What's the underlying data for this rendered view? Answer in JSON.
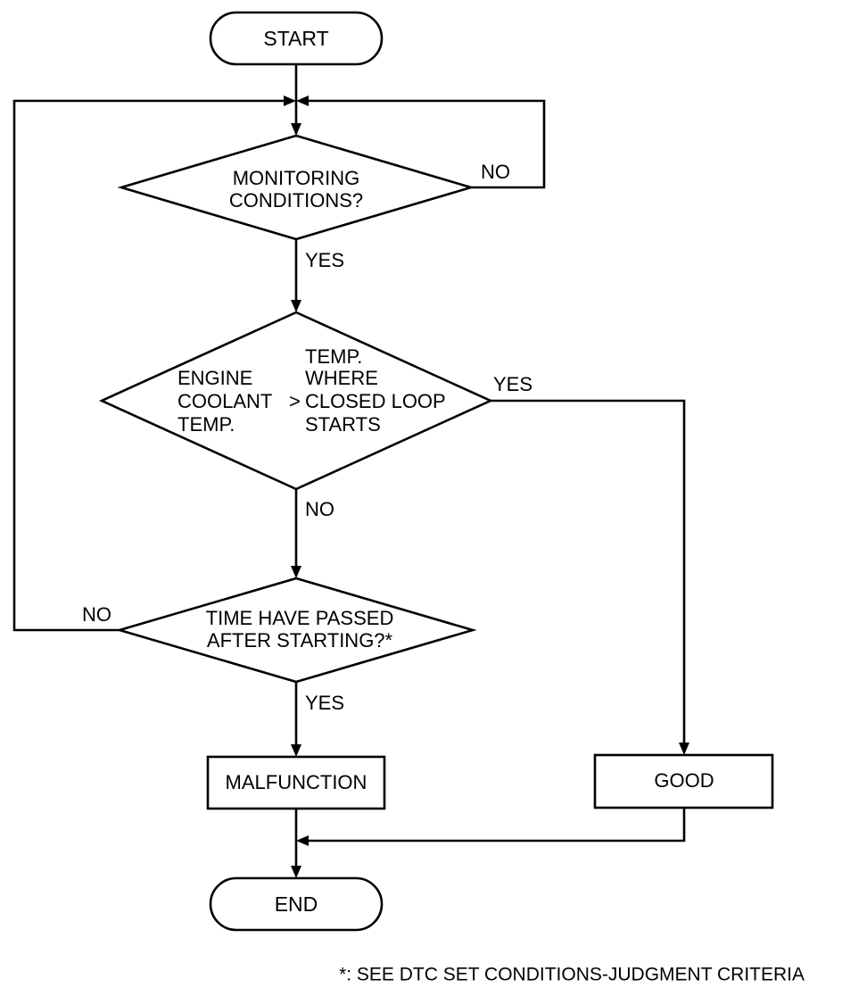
{
  "flowchart": {
    "start": "START",
    "end": "END",
    "decision_monitoring": {
      "line1": "MONITORING",
      "line2": "CONDITIONS?",
      "yes": "YES",
      "no": "NO"
    },
    "decision_coolant": {
      "left_line1": "ENGINE",
      "left_line2": "COOLANT",
      "left_line3": "TEMP.",
      "operator": ">",
      "right_line1": "TEMP.",
      "right_line2": "WHERE",
      "right_line3": "CLOSED LOOP",
      "right_line4": "STARTS",
      "yes": "YES",
      "no": "NO"
    },
    "decision_time": {
      "line1": "TIME HAVE PASSED",
      "line2": "AFTER STARTING?*",
      "yes": "YES",
      "no": "NO"
    },
    "malfunction": "MALFUNCTION",
    "good": "GOOD",
    "footnote": "*: SEE DTC SET CONDITIONS-JUDGMENT CRITERIA"
  }
}
